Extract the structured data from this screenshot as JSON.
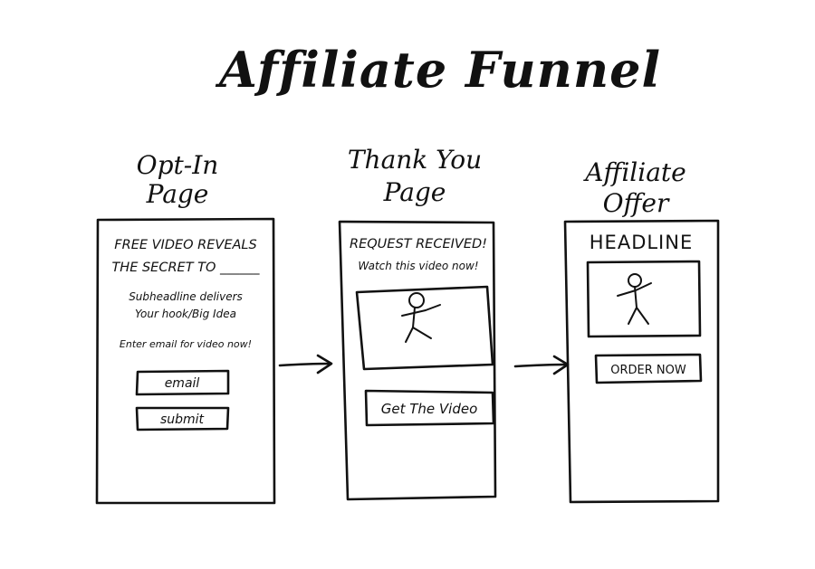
{
  "title": "Affiliate Funnel",
  "columns": [
    {
      "heading_line1": "Opt-In",
      "heading_line2": "Page",
      "lines": [
        "Free Video Reveals",
        "The secret to ______",
        "Subheadline delivers",
        "Your hook/Big Idea",
        "Enter email for video now!"
      ],
      "buttons": [
        "email",
        "submit"
      ]
    },
    {
      "heading_line1": "Thank You",
      "heading_line2": "Page",
      "lines": [
        "Request Received!",
        "Watch this video now!"
      ],
      "buttons": [
        "Get The Video"
      ]
    },
    {
      "heading_line1": "Affiliate",
      "heading_line2": "Offer",
      "lines": [
        "HEADLINE"
      ],
      "buttons": [
        "ORDER NOW"
      ]
    }
  ]
}
